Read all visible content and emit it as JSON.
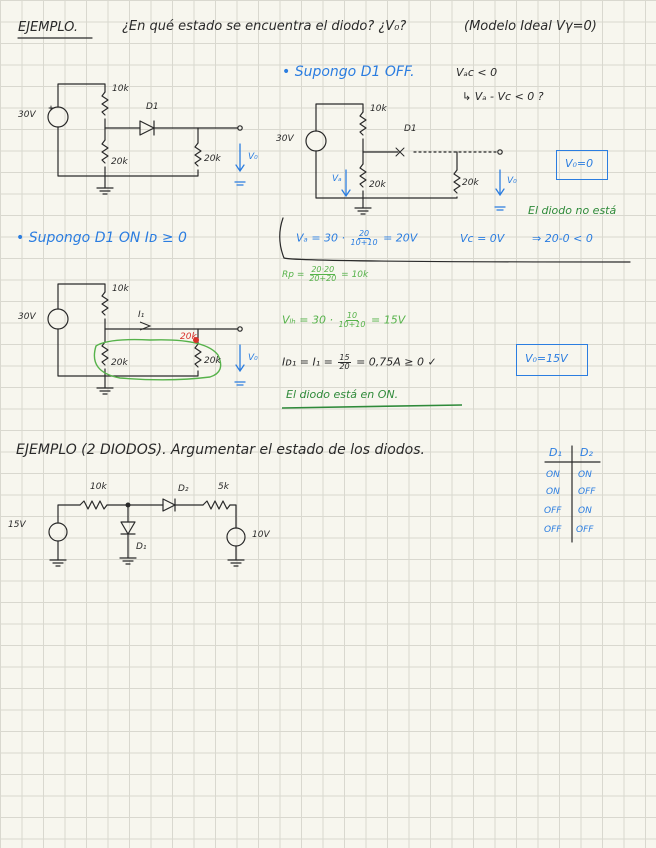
{
  "header": {
    "ejemplo": "EJEMPLO.",
    "question": "¿En qué estado se encuentra el diodo? ¿V₀?",
    "model": "(Modelo Ideal Vγ=0)"
  },
  "circuit1": {
    "source": "30V",
    "r_top": "10k",
    "r_mid": "20k",
    "r_load": "20k",
    "diode": "D1",
    "vo": "V₀"
  },
  "case_off": {
    "title": "• Supongo D1 OFF.",
    "cond1": "Vₐc < 0",
    "cond2": "↳ Vₐ - Vc < 0 ?",
    "source": "30V",
    "r_top": "10k",
    "r_mid": "20k",
    "r_load": "20k",
    "diode": "D1",
    "va": "Vₐ",
    "vo": "V₀",
    "result_box": "V₀=0",
    "conclusion": "El diodo no está",
    "calc_va": "Vₐ = 30 · ",
    "calc_va_num": "20",
    "calc_va_den": "10+10",
    "calc_va_res": "= 20V",
    "calc_vc": "Vc = 0V",
    "calc_implies": "⇒ 20-0 < 0"
  },
  "case_on": {
    "title": "• Supongo D1 ON  Iᴅ ≥ 0",
    "req_label": "Rp = ",
    "req_num": "20·20",
    "req_den": "20+20",
    "req_res": "= 10k",
    "vth_label": "Vₗₕ = 30 · ",
    "vth_num": "10",
    "vth_den": "10+10",
    "vth_res": "= 15V",
    "id_label": "Iᴅ₁ = I₁ = ",
    "id_num": "15",
    "id_den": "20",
    "id_res": "= 0,75A ≥ 0 ✓",
    "result_box": "V₀=15V",
    "conclusion": "El diodo está en ON.",
    "source": "30V",
    "r_top": "10k",
    "r_mid": "20k",
    "r_load": "20k",
    "i_label": "I₁",
    "node_label": "20k",
    "vo": "V₀"
  },
  "example2": {
    "title": "EJEMPLO (2 DIODOS). Argumentar el estado de los diodos.",
    "src_left": "15V",
    "src_right": "10V",
    "r1": "10k",
    "r2": "5k",
    "d1": "D₁",
    "d2": "D₂",
    "table_headers": [
      "D₁",
      "D₂"
    ],
    "table_rows": [
      [
        "ON",
        "ON"
      ],
      [
        "ON",
        "OFF"
      ],
      [
        "OFF",
        "ON"
      ],
      [
        "OFF",
        "OFF"
      ]
    ]
  },
  "colors": {
    "ink": "#2a2a2a",
    "blue": "#2b7de0",
    "green": "#56b24a",
    "darkgreen": "#2f8a3a",
    "red": "#d9312b"
  }
}
